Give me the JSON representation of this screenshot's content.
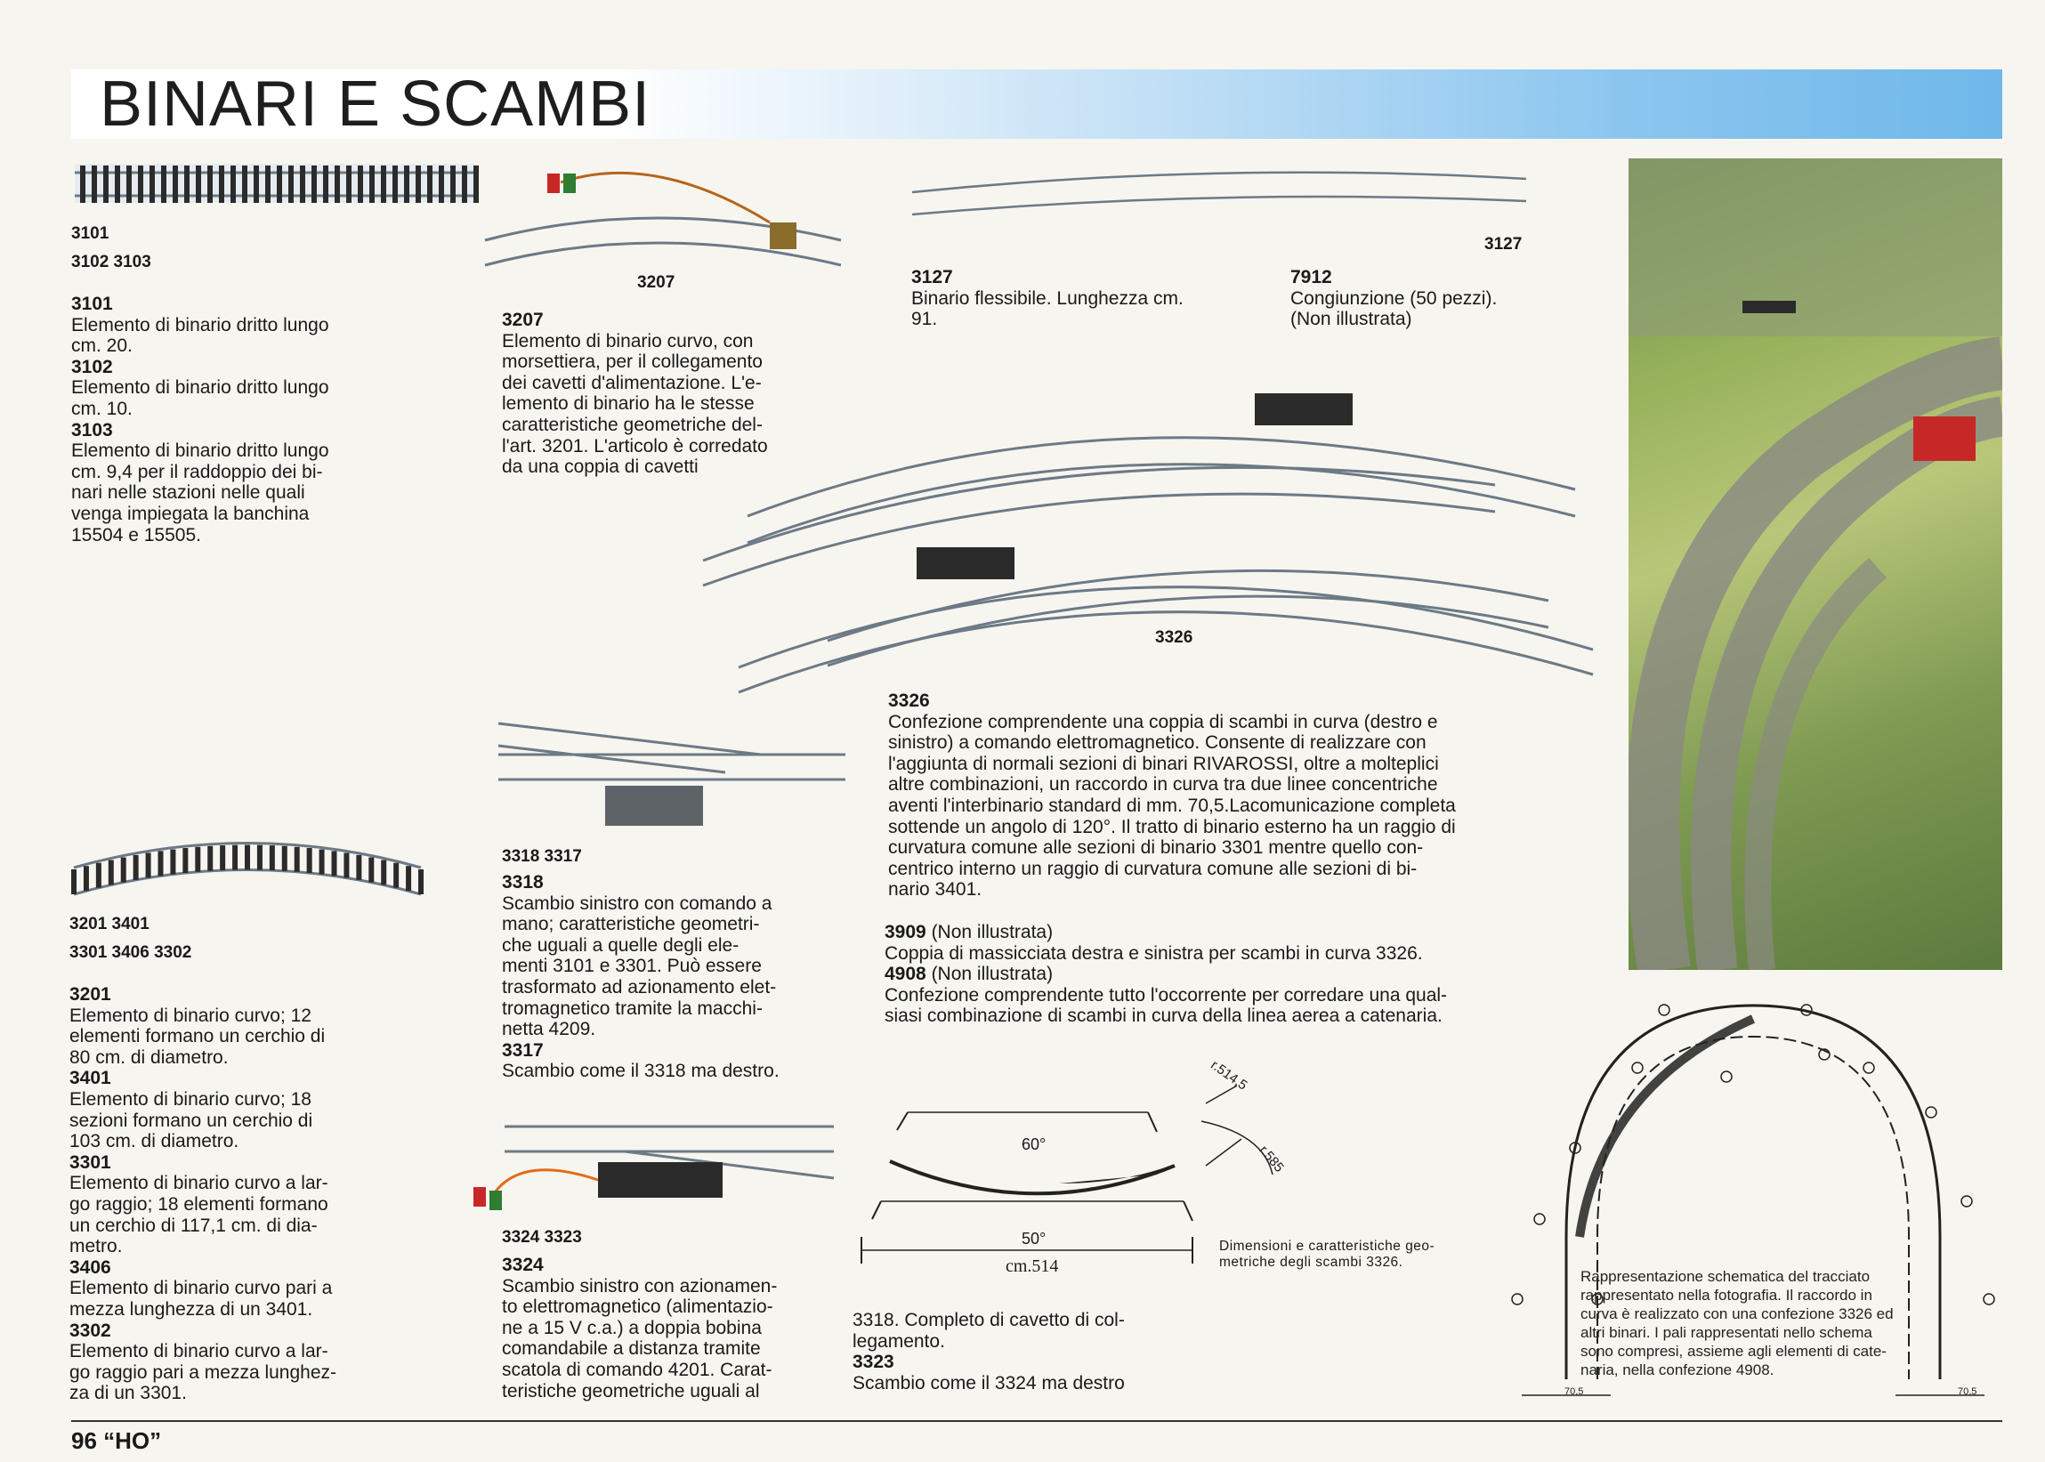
{
  "header": {
    "title": "BINARI E SCAMBI"
  },
  "labels": {
    "l3101": "3101",
    "l3102_3103": "3102  3103",
    "l3207": "3207",
    "l3127_img": "3127",
    "l3326_img": "3326",
    "l3318_3317": "3318  3317",
    "l3201_3401": "3201 3401",
    "l3301_3406_3302": "3301 3406  3302",
    "l3324_3323": "3324   3323"
  },
  "items": {
    "i3101": {
      "code": "3101",
      "text": "Elemento di binario dritto lungo\ncm. 20."
    },
    "i3102": {
      "code": "3102",
      "text": "Elemento di binario dritto lungo\ncm. 10."
    },
    "i3103": {
      "code": "3103",
      "text": "Elemento di binario dritto lungo\ncm. 9,4 per il raddoppio dei bi-\nnari nelle stazioni nelle quali\nvenga impiegata la banchina\n15504 e 15505."
    },
    "i3207": {
      "code": "3207",
      "text": "Elemento di binario curvo, con\nmorsettiera, per il collegamento\ndei cavetti d'alimentazione. L'e-\nlemento di binario ha le stesse\ncaratteristiche geometriche del-\nl'art. 3201. L'articolo è corredato\nda una coppia di cavetti"
    },
    "i3127": {
      "code": "3127",
      "text": "Binario flessibile. Lunghezza cm.\n91."
    },
    "i7912": {
      "code": "7912",
      "text": "Congiunzione (50 pezzi).\n(Non illustrata)"
    },
    "i3326": {
      "code": "3326",
      "text": "Confezione comprendente una coppia di scambi in curva (destro e\nsinistro) a comando elettromagnetico. Consente di realizzare con\nl'aggiunta di normali sezioni di binari RIVAROSSI, oltre a molteplici\naltre combinazioni, un raccordo in curva tra due linee concentriche\naventi l'interbinario standard di mm. 70,5.Lacomunicazione completa\nsottende un angolo di 120°. Il tratto di binario esterno ha un raggio di\ncurvatura comune alle sezioni di binario 3301 mentre quello con-\ncentrico interno un raggio di curvatura comune alle sezioni di bi-\nnario 3401."
    },
    "i3909": {
      "code": "3909",
      "note": "(Non illustrata)",
      "text": "Coppia di massicciata destra e sinistra per scambi in curva 3326."
    },
    "i4908": {
      "code": "4908",
      "note": "(Non illustrata)",
      "text": "Confezione comprendente tutto l'occorrente per corredare una qual-\nsiasi combinazione di scambi in curva della linea aerea a catenaria."
    },
    "i3318": {
      "code": "3318",
      "text": "Scambio sinistro con comando a\nmano; caratteristiche geometri-\nche uguali a quelle degli ele-\nmenti 3101 e 3301. Può essere\ntrasformato ad azionamento elet-\ntromagnetico tramite la macchi-\nnetta 4209."
    },
    "i3317": {
      "code": "3317",
      "text": "Scambio come il 3318 ma destro."
    },
    "i3201": {
      "code": "3201",
      "text": "Elemento di binario curvo; 12\nelementi formano un cerchio di\n80 cm. di diametro."
    },
    "i3401": {
      "code": "3401",
      "text": "Elemento di binario curvo; 18\nsezioni formano un cerchio di\n103 cm. di diametro."
    },
    "i3301": {
      "code": "3301",
      "text": "Elemento di binario curvo a lar-\ngo raggio; 18 elementi formano\nun cerchio di 117,1 cm. di dia-\nmetro."
    },
    "i3406": {
      "code": "3406",
      "text": "Elemento di binario curvo pari a\nmezza lunghezza di un 3401."
    },
    "i3302": {
      "code": "3302",
      "text": "Elemento di binario curvo a lar-\ngo raggio pari a mezza lunghez-\nza di un 3301."
    },
    "i3324": {
      "code": "3324",
      "text": "Scambio sinistro con azionamen-\nto elettromagnetico (alimentazio-\nne a 15 V c.a.) a doppia bobina\ncomandabile a distanza tramite\nscatola di comando 4201. Carat-\nteristiche geometriche uguali al"
    },
    "i3318b": {
      "text": "3318. Completo di cavetto di col-\nlegamento."
    },
    "i3323": {
      "code": "3323",
      "text": "Scambio come il 3324 ma destro"
    }
  },
  "diagram": {
    "angle1": "60°",
    "angle2": "50°",
    "length": "cm.514",
    "r1": "r.514,5",
    "r2": "r.585",
    "caption": "Dimensioni e caratteristiche geo-\nmetriche degli scambi 3326.",
    "dim1": "70,5",
    "dim2": "70,5"
  },
  "schema": {
    "caption": "Rappresentazione schematica del tracciato\nrappresentato nella fotografia. Il raccordo in\ncurva è realizzato con una confezione 3326 ed\naltri binari. I pali rappresentati nello schema\nsono compresi, assieme agli elementi di cate-\nnaria, nella confezione 4908."
  },
  "footer": {
    "page": "96 “HO”"
  },
  "colors": {
    "banner_blue": "#6fb8ea",
    "paper": "#f7f5ef",
    "rail": "#777777"
  }
}
